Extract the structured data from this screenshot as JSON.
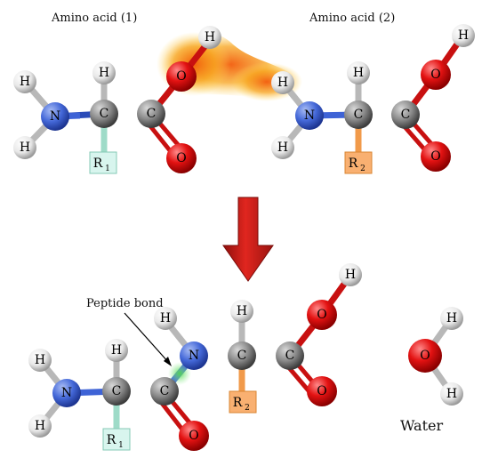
{
  "labels": {
    "amino_acid_1": "Amino acid (1)",
    "amino_acid_2": "Amino acid (2)",
    "peptide_bond": "Peptide bond",
    "water": "Water"
  },
  "atoms": {
    "H": "H",
    "N": "N",
    "C": "C",
    "O": "O"
  },
  "groups": {
    "r1_main": "R",
    "r1_sub": "1",
    "r2_main": "R",
    "r2_sub": "2"
  },
  "colors": {
    "hydrogen": "#f2f2f2",
    "nitrogen": "#3e63d6",
    "carbon": "#8c8c8c",
    "oxygen": "#e01010",
    "r1_box": "#d8f5ee",
    "r2_box": "#f9b071",
    "arrow": "#d9221c",
    "glow": "#f7a21a",
    "peptide_glow": "#5fdc5f"
  }
}
